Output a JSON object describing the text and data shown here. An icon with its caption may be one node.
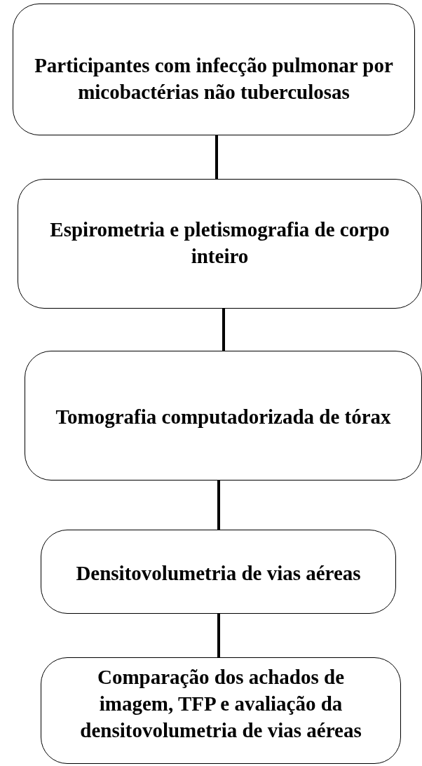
{
  "diagram": {
    "nodes": [
      {
        "text": [
          "Participantes com infecção pulmonar por micobactérias não tuberculosas"
        ]
      },
      {
        "text": [
          "Espirometria e pletismografia de corpo inteiro"
        ]
      },
      {
        "text": [
          "Tomografia computadorizada de tórax"
        ]
      },
      {
        "text": [
          "Densitovolumetria de vias aéreas"
        ]
      },
      {
        "text": [
          "Comparação dos achados de imagem, TFP e avaliação da densitovolumetria de vias aéreas"
        ]
      }
    ],
    "edges": [
      {
        "from": 0,
        "to": 1,
        "arrow": "none"
      },
      {
        "from": 1,
        "to": 2,
        "arrow": "none"
      },
      {
        "from": 2,
        "to": 3,
        "arrow": "none"
      },
      {
        "from": 3,
        "to": 4,
        "arrow": "none"
      }
    ]
  }
}
